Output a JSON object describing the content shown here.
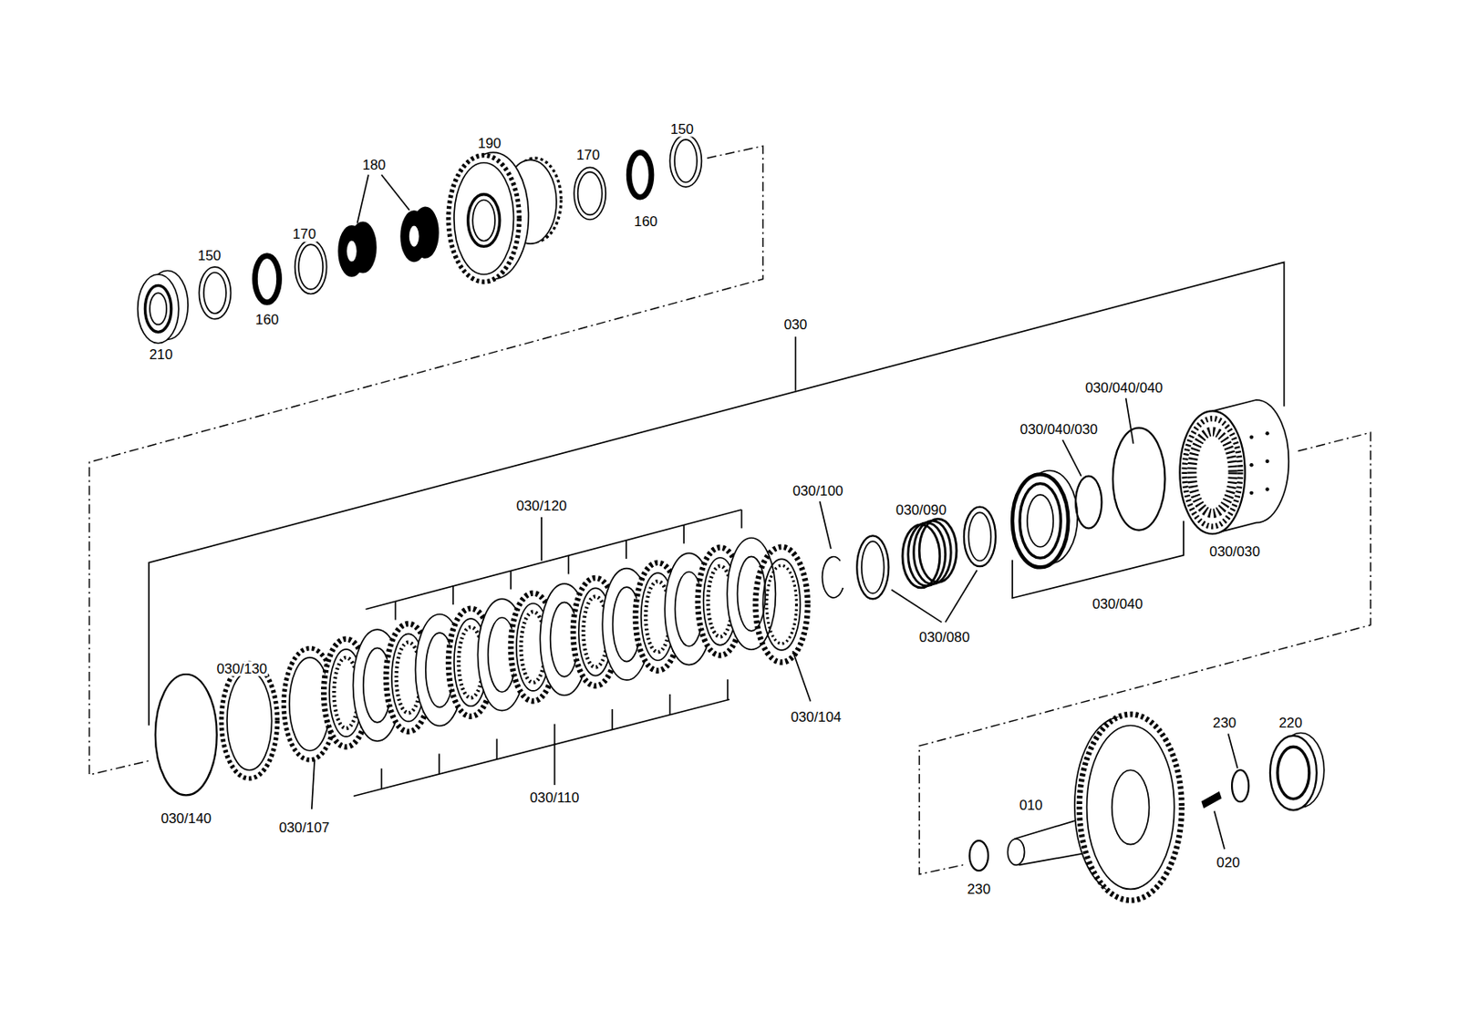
{
  "diagram": {
    "labels": [
      "190",
      "180",
      "150",
      "170",
      "160",
      "170",
      "150",
      "160",
      "210",
      "030",
      "030/040/040",
      "030/040/030",
      "030/120",
      "030/100",
      "030/090",
      "030/030",
      "030/040",
      "030/080",
      "030/130",
      "030/104",
      "030/110",
      "030/140",
      "030/107",
      "230",
      "220",
      "010",
      "020",
      "230"
    ]
  }
}
